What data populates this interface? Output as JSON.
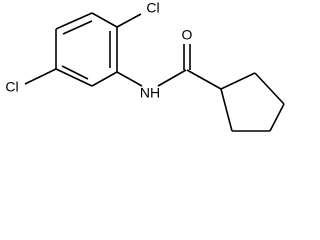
{
  "molecule": {
    "atoms": {
      "cl_top": "Cl",
      "cl_left": "Cl",
      "nitrogen_hydrogen": "NH",
      "oxygen": "O"
    }
  }
}
